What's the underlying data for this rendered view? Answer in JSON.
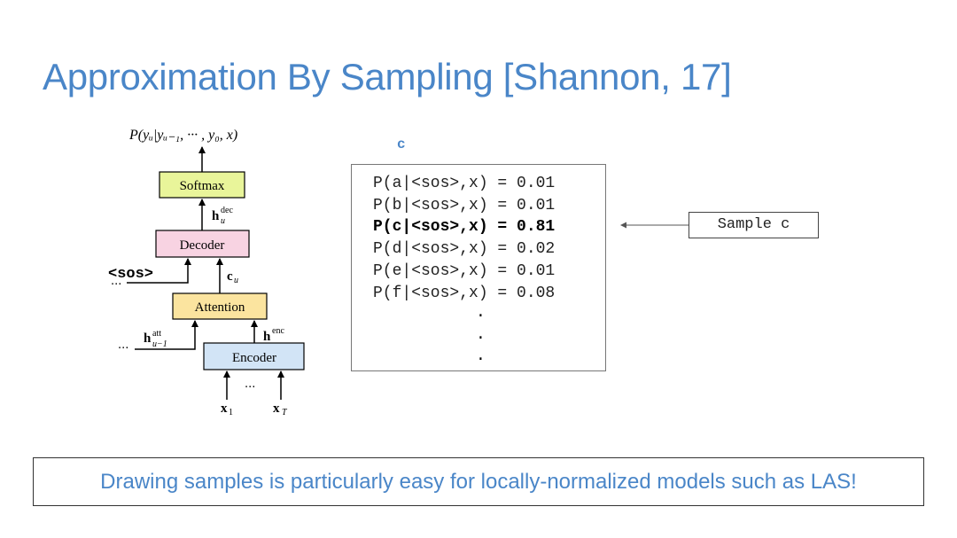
{
  "slide": {
    "title": "Approximation By Sampling [Shannon, 17]",
    "footer_text": "Drawing samples is particularly easy for locally-normalized models such as LAS!"
  },
  "diagram": {
    "output_label": "P(yᵤ|yᵤ₋₁, ··· , y₀, x)",
    "blocks": {
      "softmax": "Softmax",
      "decoder": "Decoder",
      "attention": "Attention",
      "encoder": "Encoder"
    },
    "labels": {
      "h_dec": "h",
      "h_dec_sup": "dec",
      "h_dec_sub": "u",
      "c_u": "c",
      "c_u_sub": "u",
      "sos": "<sos>",
      "ellipsis_left": "···",
      "h_att": "h",
      "h_att_sup": "att",
      "h_att_sub": "u−1",
      "h_enc": "h",
      "h_enc_sup": "enc",
      "x1": "x",
      "x1_sub": "1",
      "xT": "x",
      "xT_sub": "T",
      "input_ellipsis": "···"
    },
    "colors": {
      "softmax": "#e9f59a",
      "decoder": "#f8d3e2",
      "attention": "#fbe49f",
      "encoder": "#d2e4f6"
    }
  },
  "sampling": {
    "chosen_label": "c",
    "probabilities": [
      {
        "text": "P(a|<sos>,x) = 0.01",
        "bold": false
      },
      {
        "text": "P(b|<sos>,x) = 0.01",
        "bold": false
      },
      {
        "text": "P(c|<sos>,x) = 0.81",
        "bold": true
      },
      {
        "text": "P(d|<sos>,x) = 0.02",
        "bold": false
      },
      {
        "text": "P(e|<sos>,x) = 0.01",
        "bold": false
      },
      {
        "text": "P(f|<sos>,x) = 0.08",
        "bold": false
      }
    ],
    "continuation_dots": [
      ".",
      ".",
      "."
    ],
    "sample_label": "Sample c"
  }
}
